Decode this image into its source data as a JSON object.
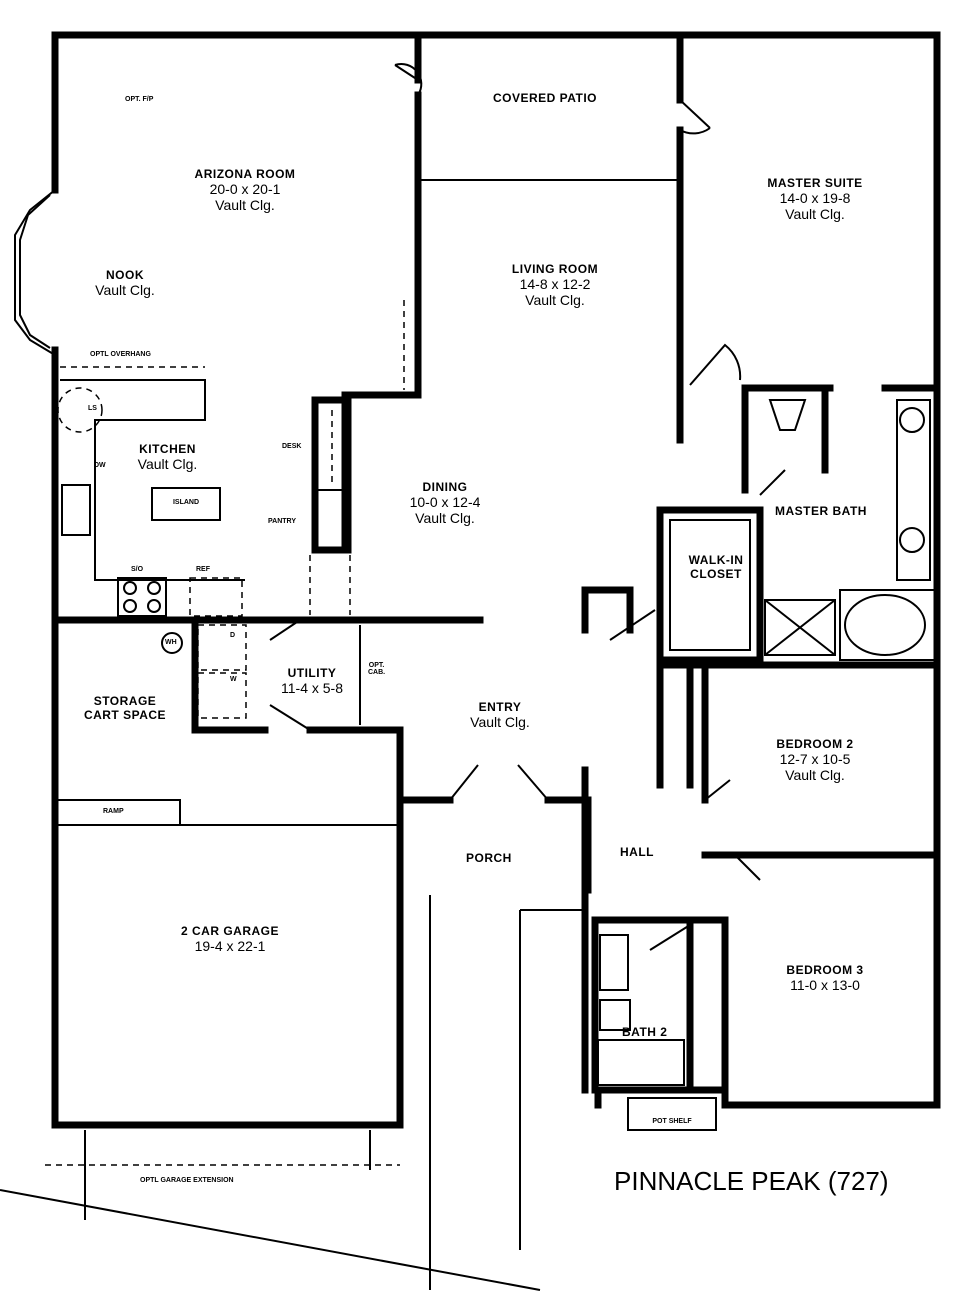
{
  "title": "PINNACLE PEAK (727)",
  "rooms": {
    "arizona": {
      "name": "ARIZONA ROOM",
      "size": "20-0 x 20-1",
      "ceiling": "Vault Clg."
    },
    "patio": {
      "name": "COVERED PATIO"
    },
    "master_suite": {
      "name": "MASTER SUITE",
      "size": "14-0 x 19-8",
      "ceiling": "Vault Clg."
    },
    "nook": {
      "name": "NOOK",
      "ceiling": "Vault Clg."
    },
    "living": {
      "name": "LIVING ROOM",
      "size": "14-8 x 12-2",
      "ceiling": "Vault Clg."
    },
    "kitchen": {
      "name": "KITCHEN",
      "ceiling": "Vault Clg."
    },
    "dining": {
      "name": "DINING",
      "size": "10-0 x 12-4",
      "ceiling": "Vault Clg."
    },
    "master_bath": {
      "name": "MASTER BATH"
    },
    "walkin": {
      "name1": "WALK-IN",
      "name2": "CLOSET"
    },
    "utility": {
      "name": "UTILITY",
      "size": "11-4 x 5-8"
    },
    "storage": {
      "name1": "STORAGE",
      "name2": "CART SPACE"
    },
    "entry": {
      "name": "ENTRY",
      "ceiling": "Vault Clg."
    },
    "bedroom2": {
      "name": "BEDROOM 2",
      "size": "12-7 x 10-5",
      "ceiling": "Vault Clg."
    },
    "porch": {
      "name": "PORCH"
    },
    "hall": {
      "name": "HALL"
    },
    "garage": {
      "name": "2 CAR GARAGE",
      "size": "19-4 x 22-1"
    },
    "bedroom3": {
      "name": "BEDROOM 3",
      "size": "11-0 x 13-0"
    },
    "bath2": {
      "name": "BATH 2"
    }
  },
  "notes": {
    "fp": "OPT. F/P",
    "overhang": "OPTL OVERHANG",
    "ls": "LS",
    "dw": "DW",
    "island": "ISLAND",
    "desk": "DESK",
    "pantry": "PANTRY",
    "so": "S/O",
    "ref": "REF",
    "wh": "WH",
    "d": "D",
    "w": "W",
    "optcab1": "OPT.",
    "optcab2": "CAB.",
    "ramp": "RAMP",
    "garage_ext": "OPTL GARAGE EXTENSION",
    "pot_shelf": "POT SHELF"
  }
}
